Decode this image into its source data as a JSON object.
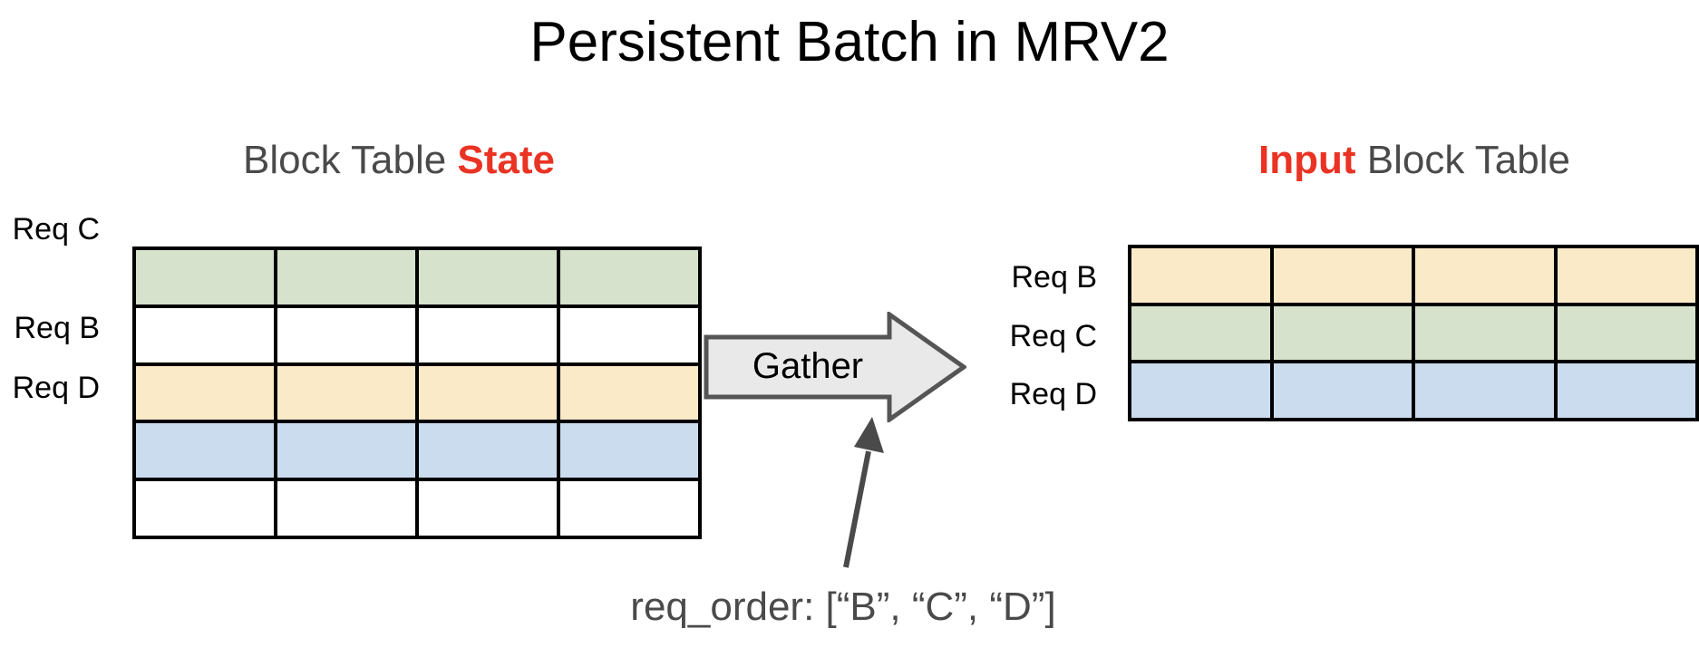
{
  "slide": {
    "title": "Persistent Batch in MRV2",
    "background_color": "#ffffff"
  },
  "colors": {
    "accent_red": "#ea3323",
    "heading_gray": "#4a4a4a",
    "grid_black": "#000000",
    "req_b_yellow": "#fbeac8",
    "req_c_green": "#d6e2cb",
    "req_d_blue": "#cbdcee",
    "empty_white": "#ffffff",
    "arrow_fill": "#e9e9e9",
    "arrow_stroke": "#4a4a4a"
  },
  "left_panel": {
    "heading_prefix": "Block Table ",
    "heading_accent": "State",
    "row_labels": [
      {
        "text": "Req C",
        "row_index": 0
      },
      {
        "text": "Req B",
        "row_index": 2
      },
      {
        "text": "Req D",
        "row_index": 3
      }
    ],
    "table": {
      "rows": 5,
      "columns": 4,
      "row_fills": [
        "#d6e2cb",
        "#ffffff",
        "#fbeac8",
        "#cbdcee",
        "#ffffff"
      ],
      "row_requests": [
        "Req C",
        "",
        "Req B",
        "Req D",
        ""
      ]
    }
  },
  "gather": {
    "label": "Gather",
    "direction": "right"
  },
  "right_panel": {
    "heading_accent": "Input",
    "heading_suffix": " Block Table",
    "row_labels": [
      {
        "text": "Req B",
        "row_index": 0
      },
      {
        "text": "Req C",
        "row_index": 1
      },
      {
        "text": "Req D",
        "row_index": 2
      }
    ],
    "table": {
      "rows": 3,
      "columns": 4,
      "row_fills": [
        "#fbeac8",
        "#d6e2cb",
        "#cbdcee"
      ],
      "row_requests": [
        "Req B",
        "Req C",
        "Req D"
      ]
    }
  },
  "caption": {
    "req_order": "req_order: [“B”, “C”, “D”]"
  }
}
